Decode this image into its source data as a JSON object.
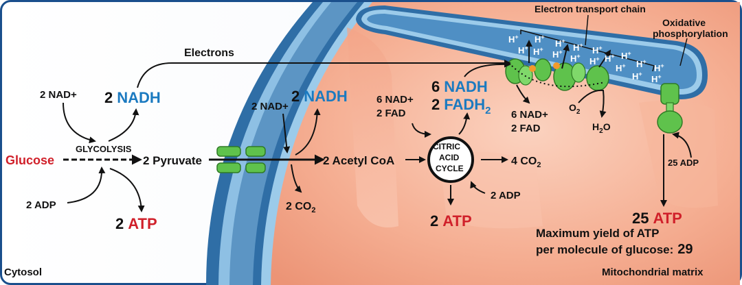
{
  "labels": {
    "cytosol": "Cytosol",
    "matrix": "Mitochondrial matrix",
    "electrons": "Electrons",
    "etc": "Electron transport chain",
    "ox_phos_1": "Oxidative",
    "ox_phos_2": "phosphorylation",
    "glucose": "Glucose",
    "glycolysis": "GLYCOLYSIS",
    "pyruvate": "2 Pyruvate",
    "acetyl_coa": "2 Acetyl CoA",
    "cycle_1": "CITRIC",
    "cycle_2": "ACID",
    "cycle_3": "CYCLE",
    "nad_glyc": "2 NAD+",
    "adp_glyc": "2 ADP",
    "nadh_glyc_num": "2",
    "nadh_glyc_name": "NADH",
    "atp_glyc_num": "2",
    "atp_glyc_name": "ATP",
    "nad_pyr": "2 NAD+",
    "nadh_pyr_num": "2",
    "nadh_pyr_name": "NADH",
    "co2_pyr": "2 CO",
    "co2_sub": "2",
    "nad_cyc": "6 NAD+",
    "fad_cyc": "2 FAD",
    "nadh_cyc_num": "6",
    "nadh_cyc_name": "NADH",
    "fadh_cyc_num": "2",
    "fadh_cyc_name": "FADH",
    "fadh_sub": "2",
    "co2_cyc": "4 CO",
    "co2_cyc_sub": "2",
    "adp_cyc": "2 ADP",
    "atp_cyc_num": "2",
    "atp_cyc_name": "ATP",
    "nad_etc": "6 NAD+",
    "fad_etc": "2 FAD",
    "o2": "O",
    "o2_sub": "2",
    "h2o_h": "H",
    "h2o_sub": "2",
    "h2o_o": "O",
    "hplus": "H",
    "hplus_sup": "+",
    "adp_ox": "25 ADP",
    "atp_ox_num": "25",
    "atp_ox_name": "ATP",
    "yield_1": "Maximum yield of ATP",
    "yield_2": "per molecule of glucose:",
    "yield_value": "29"
  },
  "colors": {
    "nadh_blue": "#1b7ac0",
    "atp_red": "#d0202a",
    "matrix_salmon": "#f4a98a",
    "membrane_blue": "#5c95c4",
    "protein_green": "#5fc24c"
  }
}
